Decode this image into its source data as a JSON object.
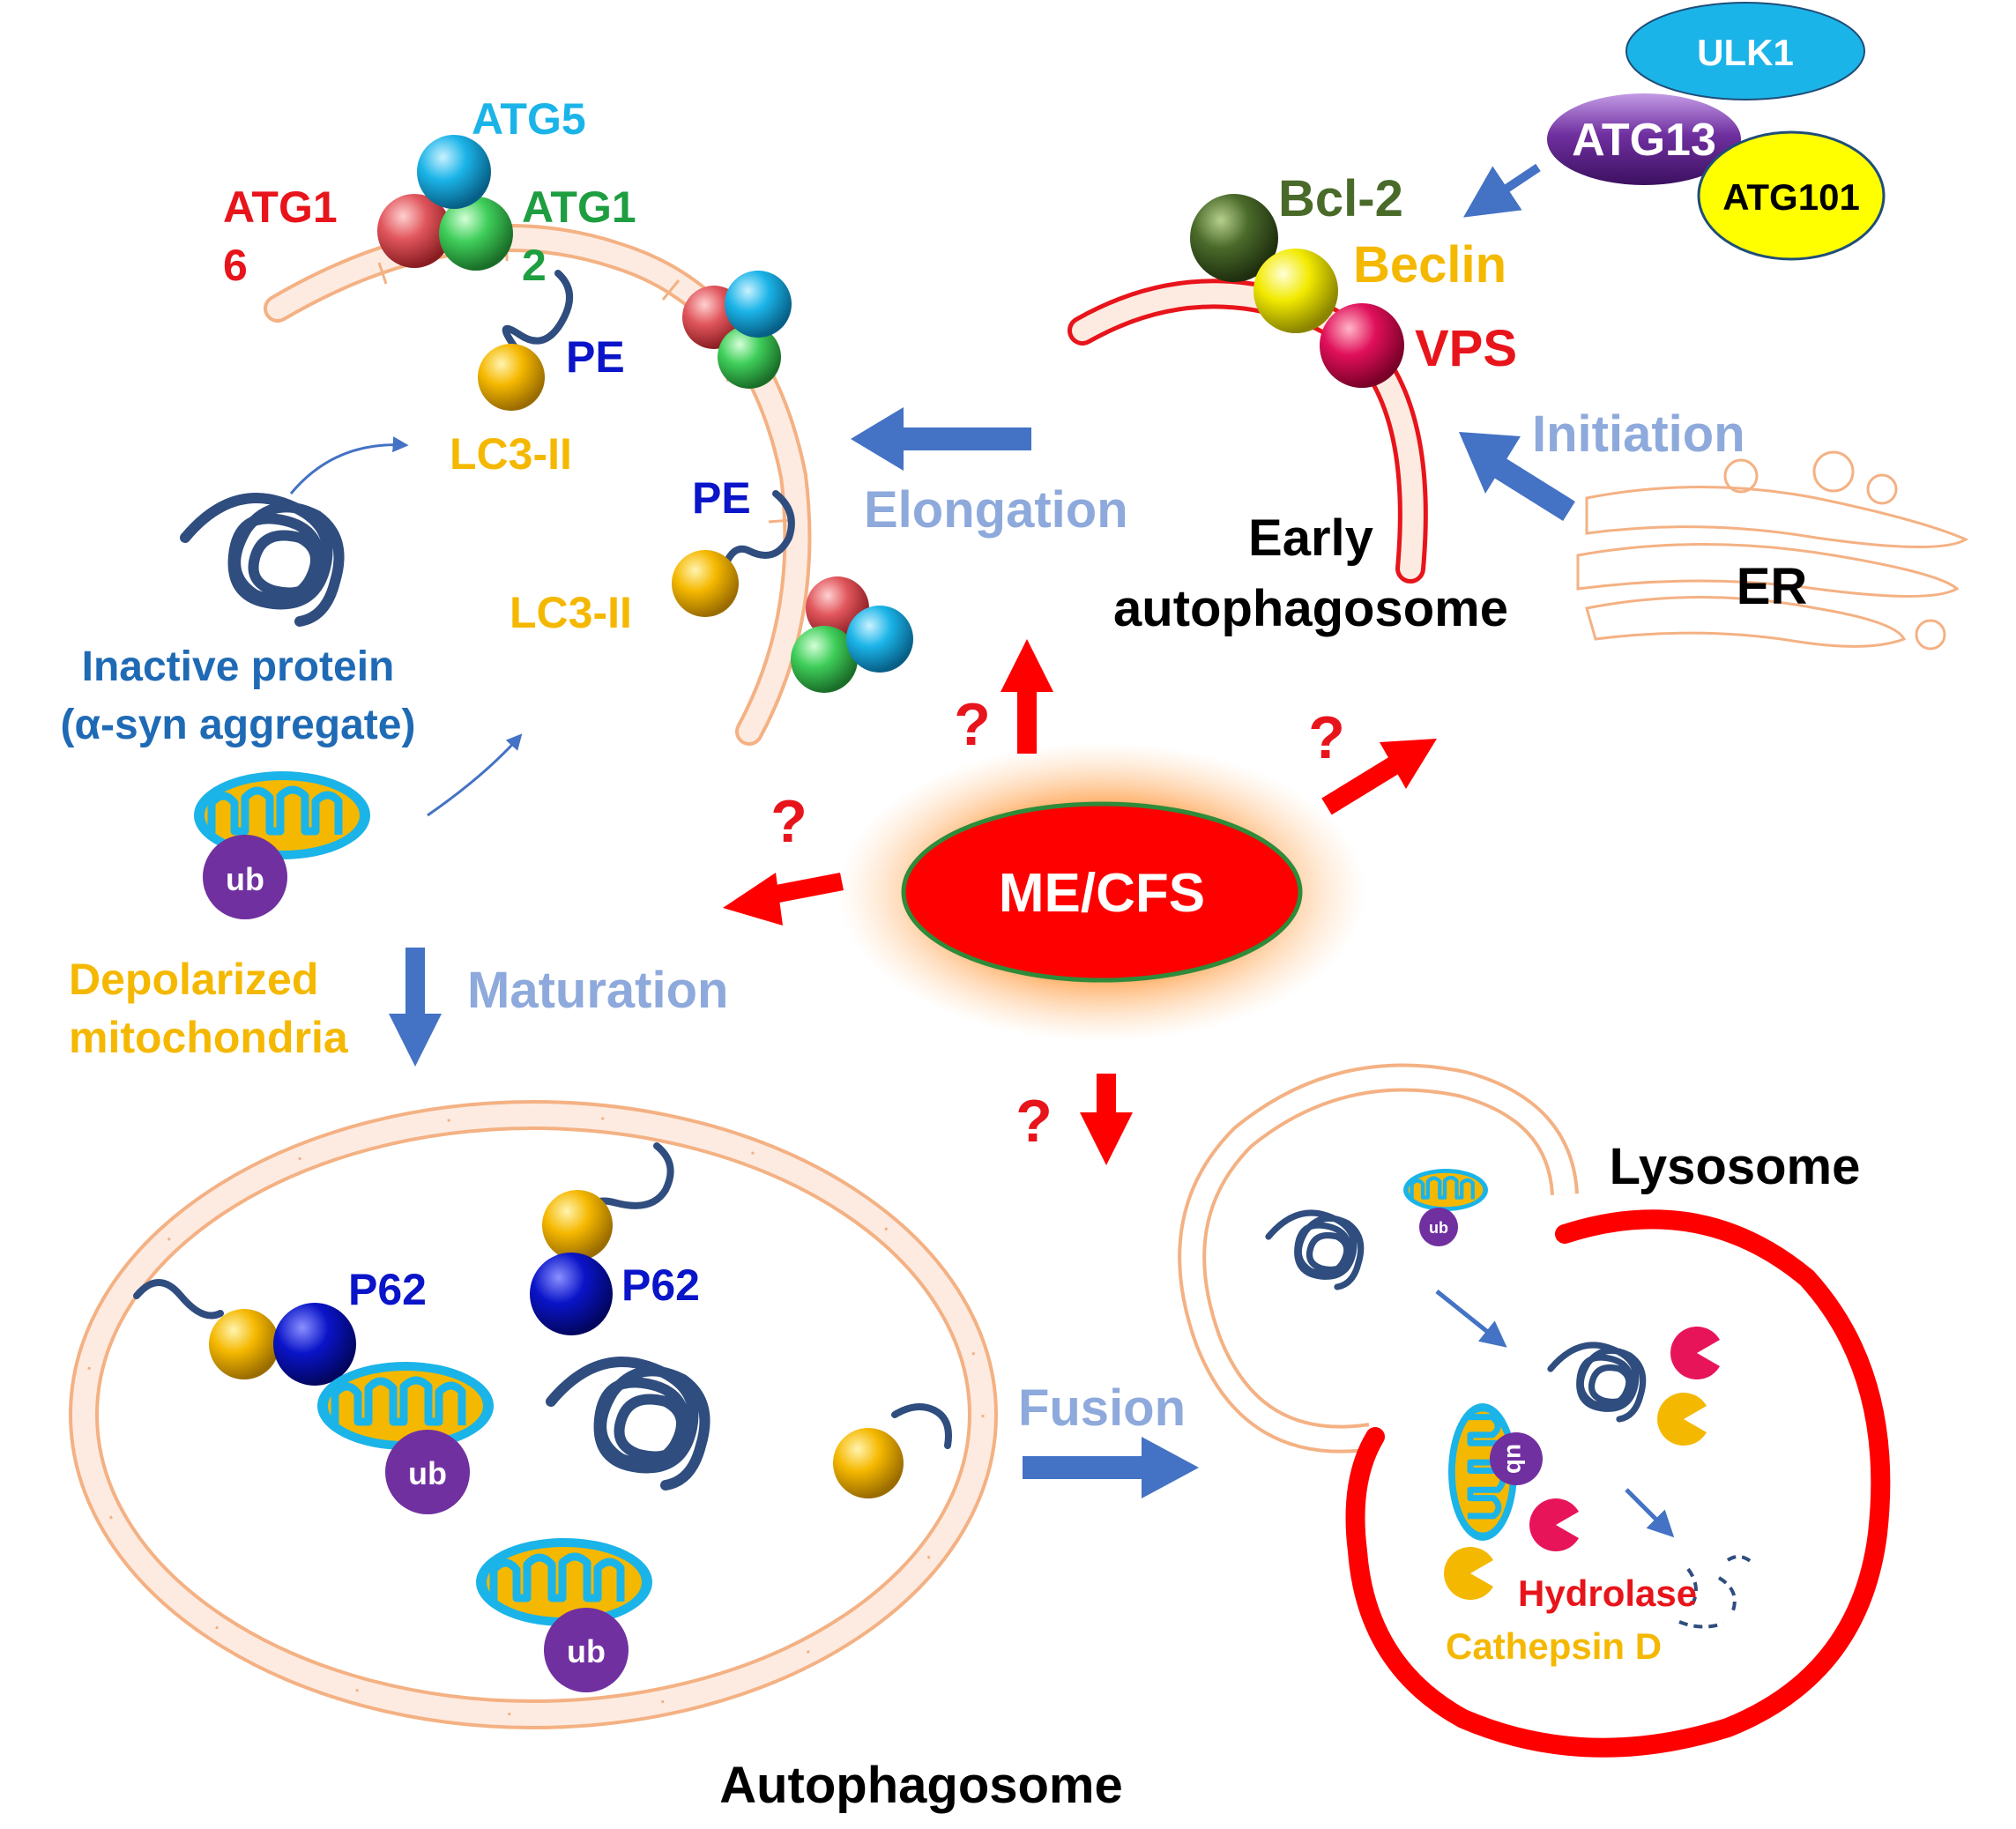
{
  "labels": {
    "atg5": "ATG5",
    "atg16_a": "ATG1",
    "atg16_b": "6",
    "atg12_a": "ATG1",
    "atg12_b": "2",
    "pe_top": "PE",
    "pe_mid": "PE",
    "lc3_top": "LC3-II",
    "lc3_mid": "LC3-II",
    "inactive_protein_1": "Inactive protein",
    "inactive_protein_2": "(α-syn aggregate)",
    "ub_left": "ub",
    "depolarized_1": "Depolarized",
    "depolarized_2": "mitochondria",
    "maturation": "Maturation",
    "elongation": "Elongation",
    "initiation": "Initiation",
    "ulk1": "ULK1",
    "atg13": "ATG13",
    "atg101": "ATG101",
    "bcl2": "Bcl-2",
    "beclin": "Beclin",
    "vps": "VPS",
    "early_1": "Early",
    "early_2": "autophagosome",
    "er": "ER",
    "mecfs": "ME/CFS",
    "q_top": "?",
    "q_left": "?",
    "q_right": "?",
    "q_bottom": "?",
    "p62_a": "P62",
    "p62_b": "P62",
    "ub_auto_1": "ub",
    "ub_auto_2": "ub",
    "autophagosome": "Autophagosome",
    "fusion": "Fusion",
    "lysosome": "Lysosome",
    "ub_lyso_1": "ub",
    "ub_lyso_2": "ub",
    "hydrolase": "Hydrolase",
    "cathepsin": "Cathepsin D"
  },
  "colors": {
    "red": "#e8141b",
    "blue_arrow": "#4472c4",
    "light_blue_text": "#8ea9db",
    "membrane": "#f4b183",
    "membrane_fill": "#fdebe1",
    "gold": "#f5b800",
    "navy_coil": "#2f4d7e",
    "purple_ub": "#7030a0",
    "p62_blue": "#0a14c8",
    "cyan": "#1bb4e8",
    "green_ball": "#3fce5a",
    "red_ball": "#e0565c",
    "dark_green": "#4a6a2a",
    "yellow": "#ffff00",
    "magenta": "#e0105a"
  }
}
